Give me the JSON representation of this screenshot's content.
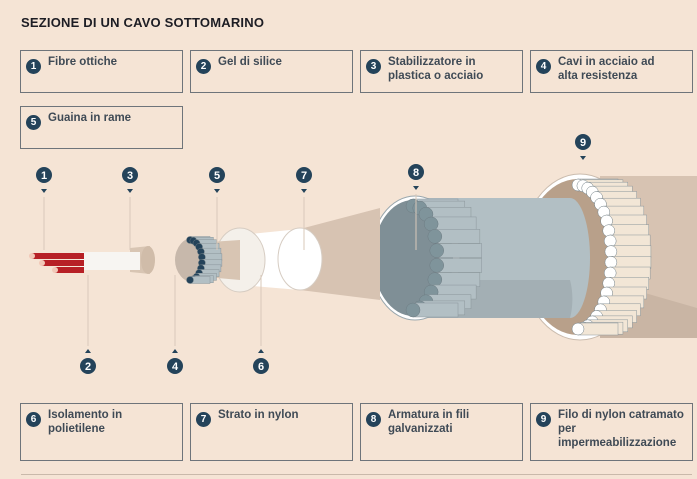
{
  "title": "SEZIONE DI UN CAVO SOTTOMARINO",
  "legend": [
    {
      "n": "1",
      "label": "Fibre ottiche"
    },
    {
      "n": "2",
      "label": "Gel di silice"
    },
    {
      "n": "3",
      "label": "Stabilizzatore in plastica o acciaio"
    },
    {
      "n": "4",
      "label": "Cavi in acciaio ad alta resistenza"
    },
    {
      "n": "5",
      "label": "Guaina in rame"
    },
    {
      "n": "6",
      "label": "Isolamento in polietilene"
    },
    {
      "n": "7",
      "label": "Strato in nylon"
    },
    {
      "n": "8",
      "label": "Armatura in fili galvanizzati"
    },
    {
      "n": "9",
      "label": "Filo di nylon catramato per impermeabilizzazione"
    }
  ],
  "colors": {
    "badge": "#24435a",
    "fiber": "#b72026",
    "steel": "#b2bfc4",
    "sheath": "#d8c5b3"
  }
}
